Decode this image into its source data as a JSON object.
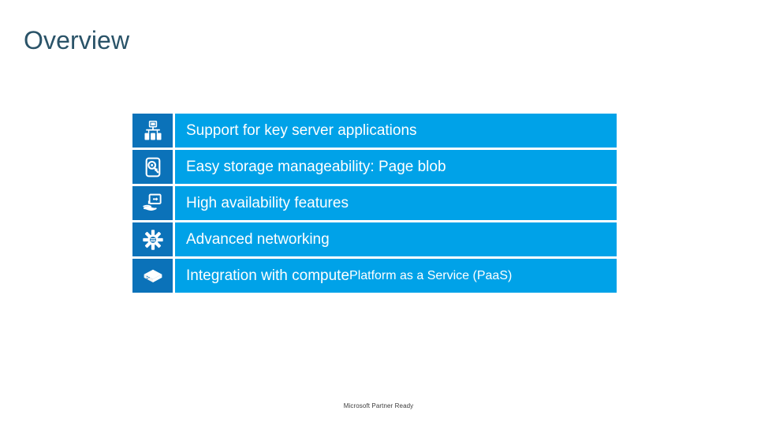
{
  "slide": {
    "title": "Overview",
    "footer": "Microsoft Partner Ready",
    "background_color": "#ffffff",
    "title_color": "#2a5368",
    "icon_cell_color": "#0b72b9",
    "text_cell_color": "#00a2e8",
    "text_color": "#ffffff"
  },
  "features": [
    {
      "icon": "server-applications-icon",
      "label": "Support for key server applications",
      "label_suffix": ""
    },
    {
      "icon": "disk-search-icon",
      "label": "Easy storage manageability: Page blob",
      "label_suffix": ""
    },
    {
      "icon": "hand-screen-failover-icon",
      "label": "High availability features",
      "label_suffix": ""
    },
    {
      "icon": "network-hub-icon",
      "label": "Advanced networking",
      "label_suffix": ""
    },
    {
      "icon": "compute-box-icon",
      "label": "Integration with compute ",
      "label_suffix": "Platform as a Service (PaaS)"
    }
  ]
}
